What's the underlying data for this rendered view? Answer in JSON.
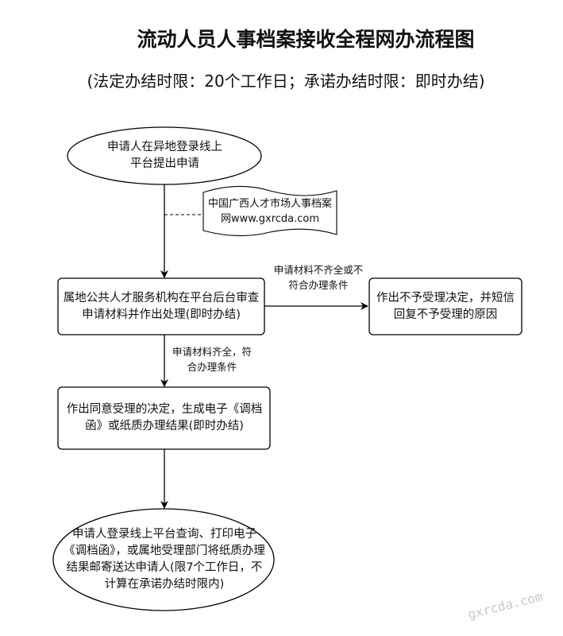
{
  "title": "流动人员人事档案接收全程网办流程图",
  "subtitle": "(法定办结时限：20个工作日；承诺办结时限：即时办结)",
  "nodes": {
    "start": "申请人在异地登录线上平台提出申请",
    "website": "中国广西人才市场人事档案网www.gxrcda.com",
    "review": "属地公共人才服务机构在平台后台审查申请材料并作出处理(即时办结)",
    "reject": "作出不予受理决定，并短信回复不予受理的原因",
    "accept": "作出同意受理的决定，生成电子《调档函》或纸质办理结果(即时办结)",
    "end": "申请人登录线上平台查询、打印电子《调档函》，或属地受理部门将纸质办理结果邮寄送达申请人(限7个工作日，不计算在承诺办结时限内)"
  },
  "edges": {
    "reject_condition": "申请材料不齐全或不符合办理条件",
    "accept_condition": "申请材料齐全，符合办理条件"
  },
  "watermark": "gxrcda.com"
}
